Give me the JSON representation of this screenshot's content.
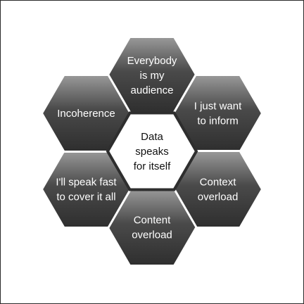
{
  "diagram": {
    "center": {
      "lines": [
        "Data",
        "speaks",
        "for itself"
      ]
    },
    "hexagons": [
      {
        "position": "top",
        "lines": [
          "Everybody",
          "is my",
          "audience"
        ]
      },
      {
        "position": "upper-right",
        "lines": [
          "I just want",
          "to inform"
        ]
      },
      {
        "position": "lower-right",
        "lines": [
          "Context",
          "overload"
        ]
      },
      {
        "position": "bottom",
        "lines": [
          "Content",
          "overload"
        ]
      },
      {
        "position": "lower-left",
        "lines": [
          "I'll speak fast",
          "to cover it all"
        ]
      },
      {
        "position": "upper-left",
        "lines": [
          "Incoherence"
        ]
      }
    ],
    "colors": {
      "hex_dark": "#2e2e2e",
      "hex_light": "#9a9a9a",
      "hex_text": "#ffffff",
      "center_fill": "#ffffff",
      "center_text": "#111111"
    }
  }
}
